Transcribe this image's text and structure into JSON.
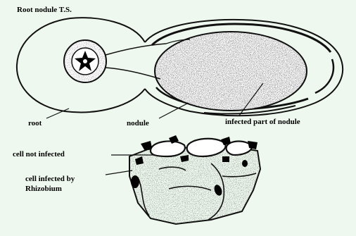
{
  "diagram": {
    "title": "Root nodule T.S.",
    "labels": {
      "root": "root",
      "nodule": "nodule",
      "infected_part": "infected part of nodule",
      "cell_not_infected": "cell not infected",
      "cell_infected_line1": "cell infected by",
      "cell_infected_line2": "Rhizobium"
    },
    "colors": {
      "background": "#eef8ee",
      "line": "#111111",
      "stipple": "#222222"
    }
  }
}
